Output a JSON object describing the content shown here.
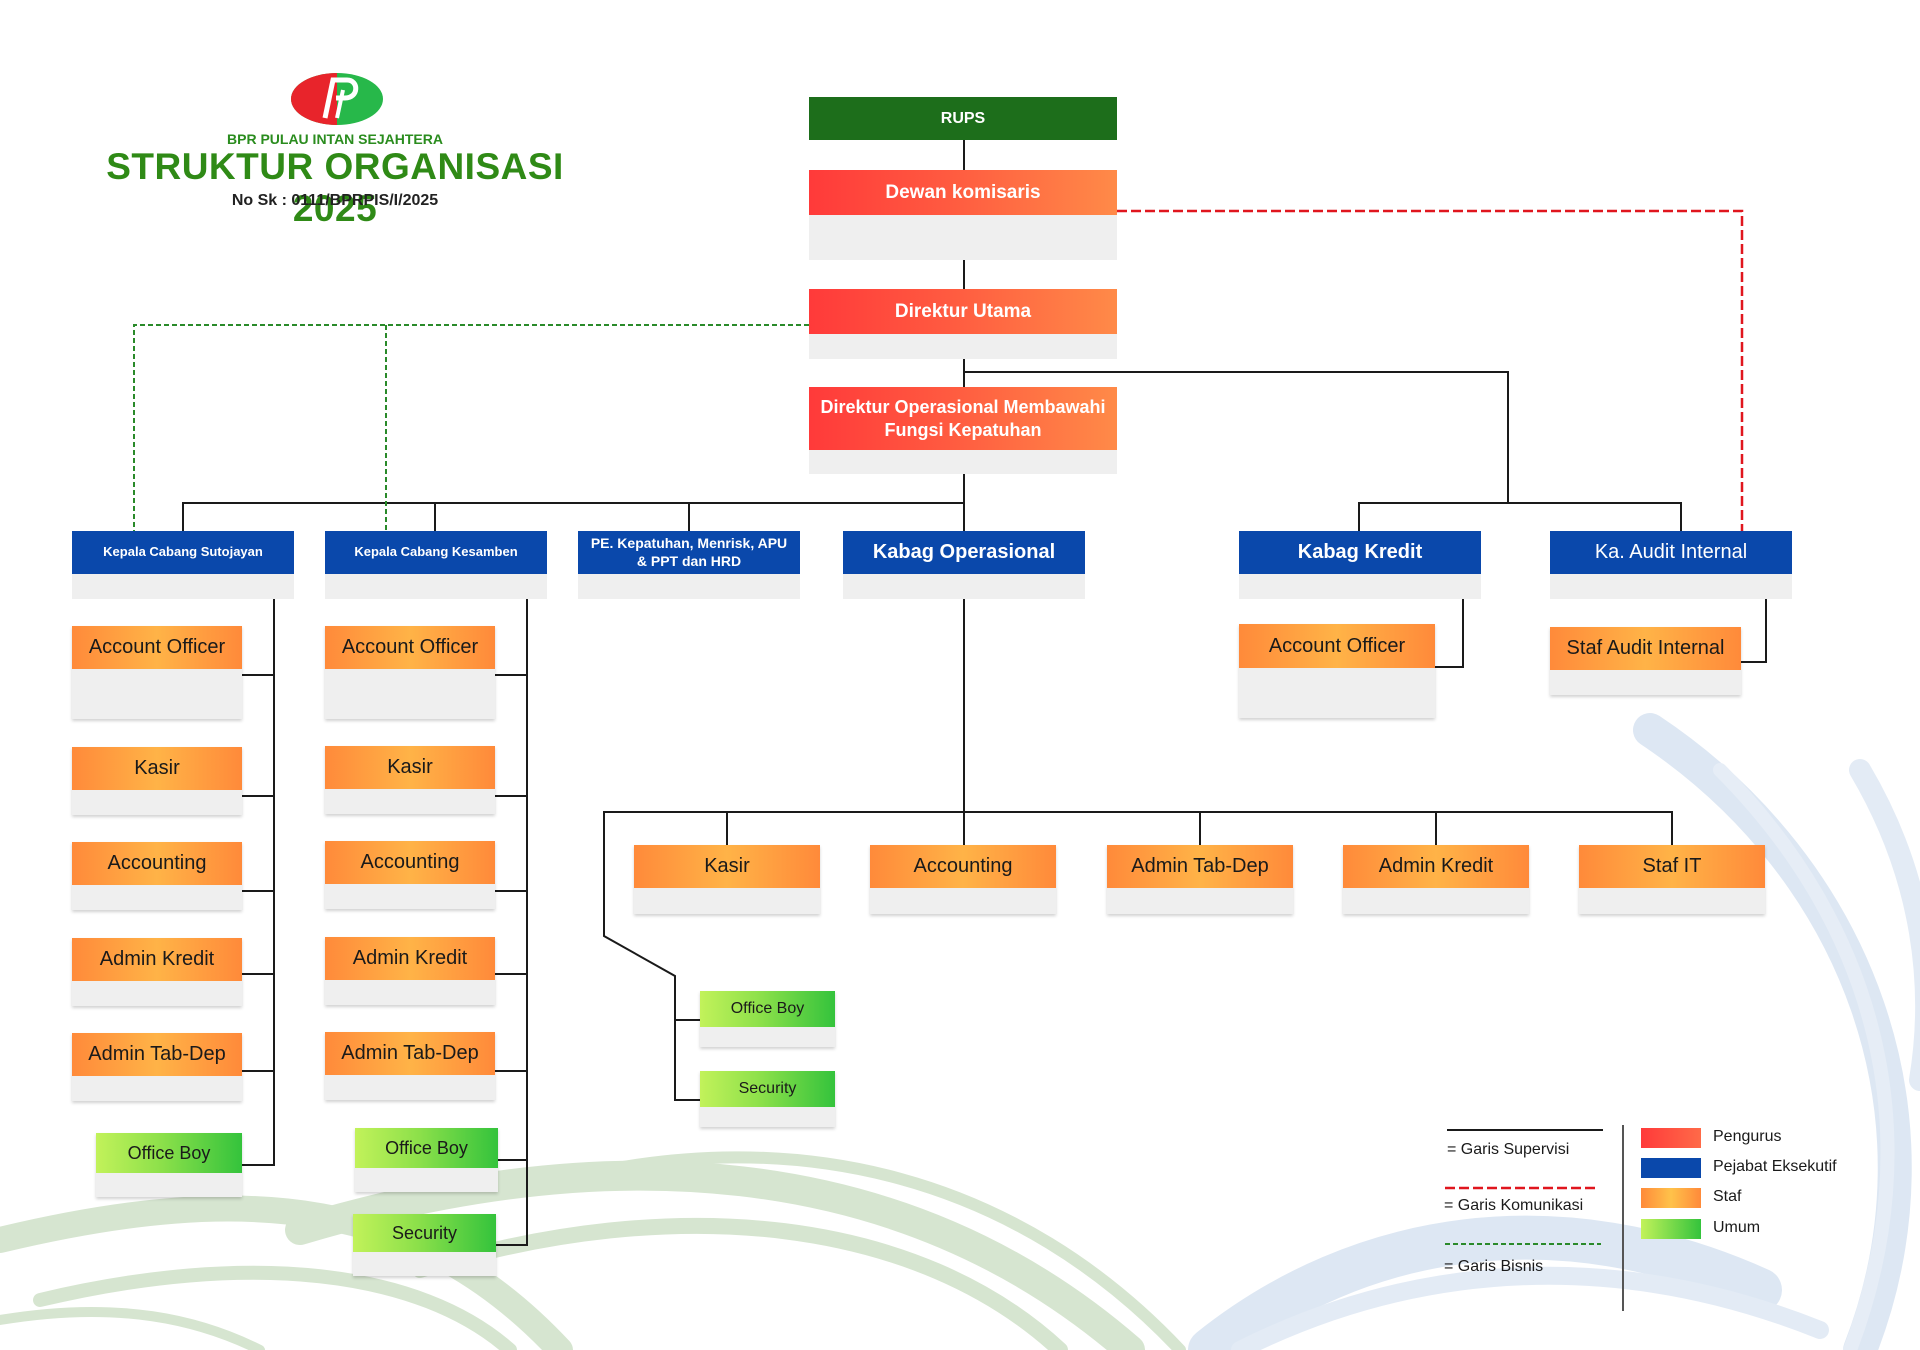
{
  "header": {
    "org_name": "BPR PULAU INTAN SEJAHTERA",
    "title": "STRUKTUR ORGANISASI 2025",
    "sk_number": "No Sk : 0111/BPRPIS/I/2025"
  },
  "colors": {
    "pengurus": "#ff4a3d",
    "pejabat_eksekutif": "#0a48ab",
    "staf": "#ffa040",
    "umum": "#7ad64a",
    "rups": "#1d6e1b",
    "supervisi_line": "#1a1a1a",
    "komunikasi_line": "#e0161e",
    "bisnis_line": "#2a8a2a"
  },
  "nodes": {
    "rups": "RUPS",
    "dewan_komisaris": "Dewan komisaris",
    "direktur_utama": "Direktur Utama",
    "direktur_operasional": "Direktur Operasional Membawahi Fungsi Kepatuhan",
    "kepala_cabang_sutojayan": "Kepala Cabang Sutojayan",
    "kepala_cabang_kesamben": "Kepala Cabang Kesamben",
    "pe_kepatuhan": "PE. Kepatuhan, Menrisk, APU & PPT dan HRD",
    "kabag_operasional": "Kabag Operasional",
    "kabag_kredit": "Kabag Kredit",
    "ka_audit_internal": "Ka. Audit Internal",
    "sutojayan_staff": [
      "Account Officer",
      "Kasir",
      "Accounting",
      "Admin Kredit",
      "Admin Tab-Dep"
    ],
    "sutojayan_general": [
      "Office Boy"
    ],
    "kesamben_staff": [
      "Account Officer",
      "Kasir",
      "Accounting",
      "Admin Kredit",
      "Admin Tab-Dep"
    ],
    "kesamben_general": [
      "Office Boy",
      "Security"
    ],
    "operasional_staff": [
      "Kasir",
      "Accounting",
      "Admin Tab-Dep",
      "Admin Kredit",
      "Staf IT"
    ],
    "operasional_general": [
      "Office Boy",
      "Security"
    ],
    "kredit_staff": [
      "Account Officer"
    ],
    "audit_staff": [
      "Staf Audit Internal"
    ]
  },
  "legend": {
    "lines": [
      {
        "label": "= Garis Supervisi",
        "style": "solid"
      },
      {
        "label": "= Garis Komunikasi",
        "style": "dashed-red"
      },
      {
        "label": "= Garis Bisnis",
        "style": "dashed-green"
      }
    ],
    "categories": [
      {
        "label": "Pengurus",
        "color_key": "pengurus"
      },
      {
        "label": "Pejabat Eksekutif",
        "color_key": "pejabat_eksekutif"
      },
      {
        "label": "Staf",
        "color_key": "staf"
      },
      {
        "label": "Umum",
        "color_key": "umum"
      }
    ]
  }
}
